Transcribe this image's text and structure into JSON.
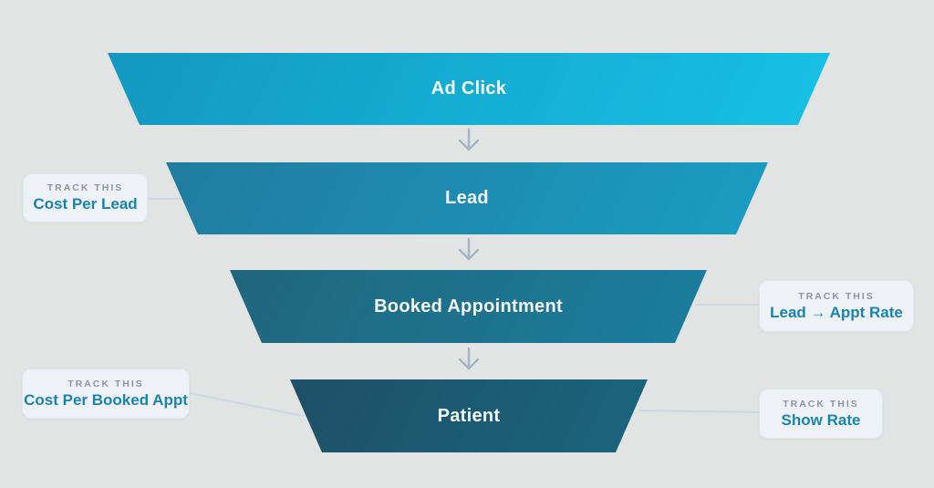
{
  "diagram": {
    "type": "marketing-funnel",
    "description": "Four-stage patient acquisition funnel with tracked metrics"
  },
  "funnel": {
    "stages": [
      {
        "label": "Ad Click",
        "gradient_start": "#1398c1",
        "gradient_end": "#17c1e5"
      },
      {
        "label": "Lead",
        "gradient_start": "#207c9f",
        "gradient_end": "#1b9dc3"
      },
      {
        "label": "Booked Appointment",
        "gradient_start": "#20667c",
        "gradient_end": "#1b7e9e"
      },
      {
        "label": "Patient",
        "gradient_start": "#1e5066",
        "gradient_end": "#1b657e"
      }
    ]
  },
  "callouts": [
    {
      "eyebrow": "TRACK THIS",
      "metric": "Cost Per Lead",
      "attached_to": "Lead"
    },
    {
      "eyebrow": "TRACK THIS",
      "metric": "Lead → Appt Rate",
      "attached_to": "Booked Appointment"
    },
    {
      "eyebrow": "TRACK THIS",
      "metric": "Cost Per Booked Appt",
      "attached_to": "Patient"
    },
    {
      "eyebrow": "TRACK THIS",
      "metric": "Show Rate",
      "attached_to": "Patient"
    }
  ],
  "colors": {
    "page_bg": "#e2e4e3",
    "callout_bg": "#eef1f6",
    "callout_border": "#dfe6ef",
    "eyebrow": "#8d95a6",
    "metric": "#1a84ad",
    "arrow": "#a4b3c6",
    "connector": "#ccd8e6",
    "stage_label": "#f4f7f8"
  }
}
